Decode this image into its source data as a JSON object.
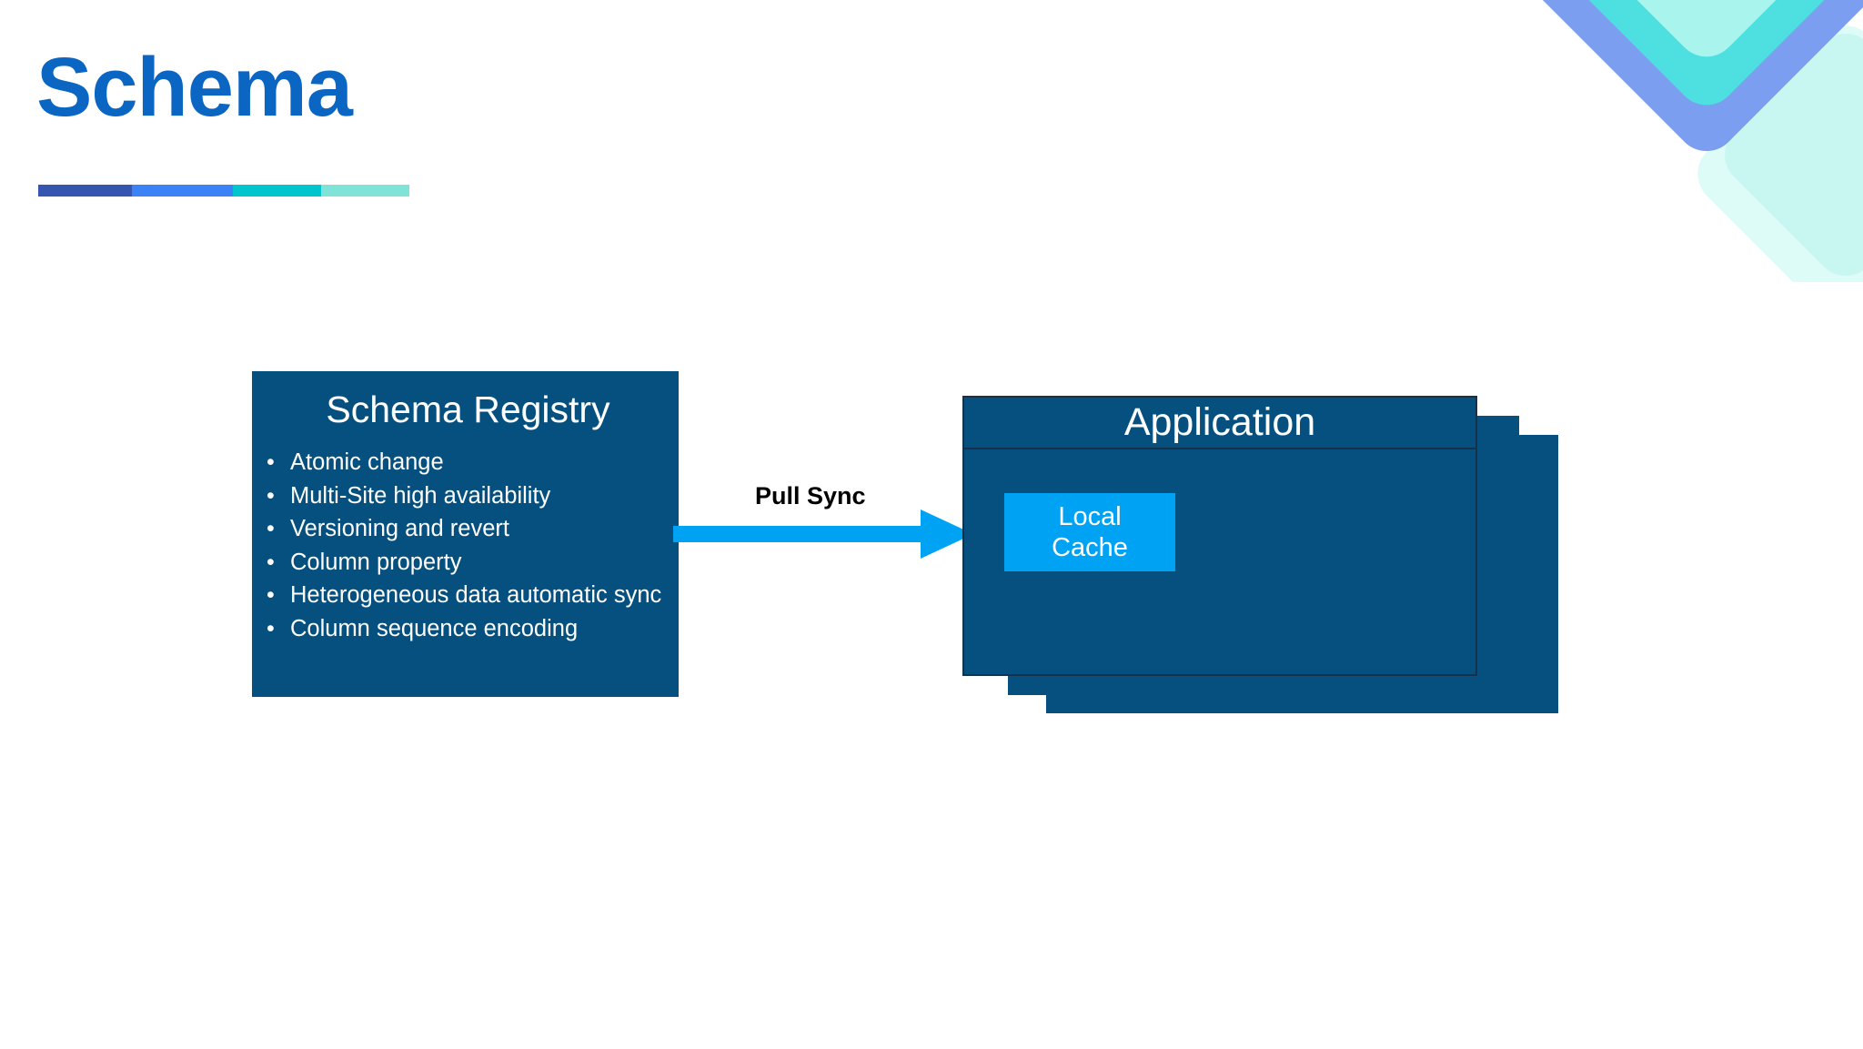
{
  "slide": {
    "title": "Schema",
    "title_color": "#0a66c2",
    "background": "#ffffff"
  },
  "accent_bar": {
    "segments": [
      {
        "name": "indigo",
        "color": "#3455b0"
      },
      {
        "name": "blue",
        "color": "#3b82f6"
      },
      {
        "name": "cyan",
        "color": "#00c5ce"
      },
      {
        "name": "aqua",
        "color": "#7fe3d8"
      }
    ]
  },
  "decoration": {
    "name": "nested-chevron-graphic",
    "colors": {
      "blue": "#7b9ef0",
      "cyan": "#4ee0e0",
      "mint": "#a9f5ee",
      "faint_outer": "#ddfbf7",
      "faint_inner": "#c8f7f1"
    }
  },
  "diagram": {
    "card_color": "#05507f",
    "accent_color": "#00a2f3",
    "registry": {
      "title": "Schema Registry",
      "bullet_glyph": "•",
      "items": [
        "Atomic change",
        "Multi-Site high availability",
        "Versioning and revert",
        "Column property",
        "Heterogeneous data automatic sync",
        "Column sequence encoding"
      ]
    },
    "connector": {
      "label": "Pull Sync",
      "color": "#00a2f3",
      "direction": "left-to-right"
    },
    "application": {
      "title": "Application",
      "stack_count": 3,
      "local_cache": {
        "line1": "Local",
        "line2": "Cache",
        "color": "#00a2f3"
      }
    }
  }
}
